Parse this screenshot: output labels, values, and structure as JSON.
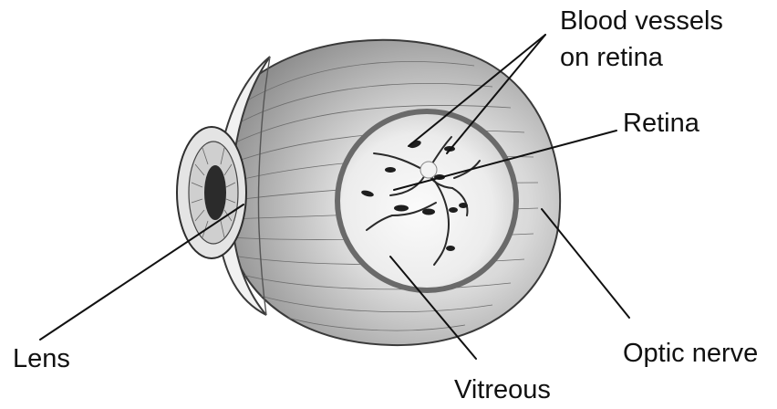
{
  "labels": {
    "blood_vessels_line1": "Blood vessels",
    "blood_vessels_line2": "on retina",
    "retina": "Retina",
    "lens": "Lens",
    "optic_nerve": "Optic nerve",
    "vitreous": "Vitreous"
  },
  "colors": {
    "background": "#ffffff",
    "ink": "#111111",
    "magnifier_ring": "#6a6a6a",
    "eyeball_shade": "#b8b8b8"
  }
}
